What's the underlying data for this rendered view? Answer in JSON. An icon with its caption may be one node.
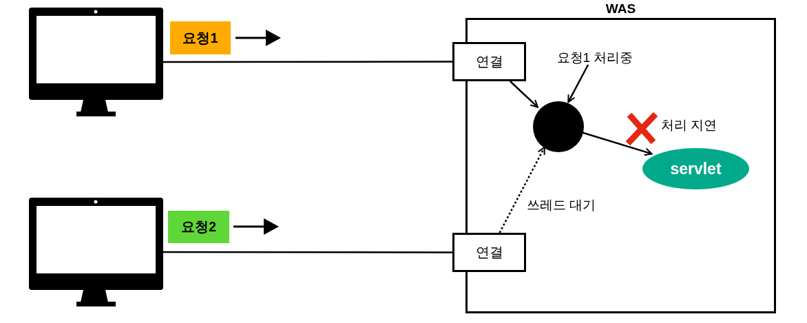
{
  "diagram": {
    "nodes": [
      {
        "text": [],
        "shape": "monitor"
      },
      {
        "text": [
          "요청1"
        ]
      },
      {
        "text": [],
        "shape": "monitor"
      },
      {
        "text": [
          "요청2"
        ]
      },
      {
        "text": [
          "WAS"
        ]
      },
      {
        "text": [
          "연결"
        ]
      },
      {
        "text": [
          "연결"
        ]
      },
      {
        "text": [
          "요청1 처리중"
        ],
        "in": 4
      },
      {
        "text": [],
        "shape": "circle",
        "in": 4
      },
      {
        "text": [
          "servlet"
        ],
        "in": 4
      }
    ],
    "edges": [
      {
        "from": 0,
        "to": 5,
        "arrow": "none"
      },
      {
        "from": 2,
        "to": 6,
        "arrow": "none"
      },
      {
        "from": 5,
        "to": 8,
        "arrow": "to"
      },
      {
        "from": 7,
        "to": 8,
        "arrow": "to"
      },
      {
        "from": 8,
        "to": 9,
        "arrow": "to"
      },
      {
        "from": 6,
        "to": 8,
        "arrow": "to",
        "style": "dashed",
        "label": "쓰레드 대기"
      }
    ],
    "labels": [
      "처리 지연"
    ]
  }
}
